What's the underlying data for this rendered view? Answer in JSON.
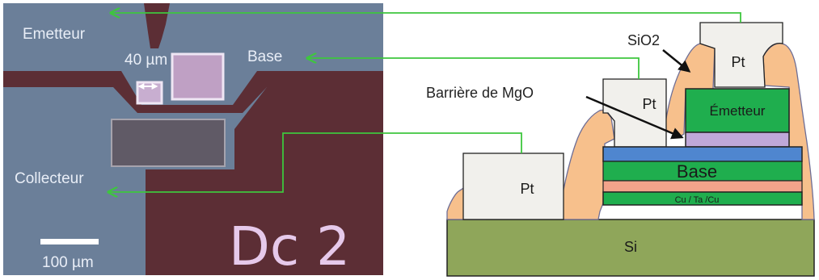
{
  "micrograph": {
    "labels": {
      "emitter": "Emetteur",
      "base": "Base",
      "collector": "Collecteur",
      "size": "40 µm",
      "chip": "Dc 2"
    },
    "scale_bar": {
      "label": "100 µm",
      "length_um": 100
    },
    "colors": {
      "background": "#6b7f99",
      "metal": "#5c2e35",
      "pad": "#bfa0c4",
      "oxide": "#605a66"
    }
  },
  "cross_section": {
    "labels": {
      "sio2": "SiO2",
      "mgo_barrier": "Barrière de MgO",
      "pt_left": "Pt",
      "pt_middle": "Pt",
      "pt_top": "Pt",
      "emitter": "Émetteur",
      "base": "Base",
      "spacer": "Cu / Ta /Cu",
      "substrate": "Si"
    },
    "colors": {
      "emitter": "#1fae4e",
      "barrier": "#bfa8d8",
      "base_blue": "#4f86cf",
      "base_green": "#1fae4e",
      "base_pink": "#f2a38a",
      "spacer": "#1fae4e",
      "substrate": "#8fa65a",
      "sio2": "#f7c08c",
      "platinum": "#f1f0ec",
      "arrow": "#3ec63e"
    }
  }
}
